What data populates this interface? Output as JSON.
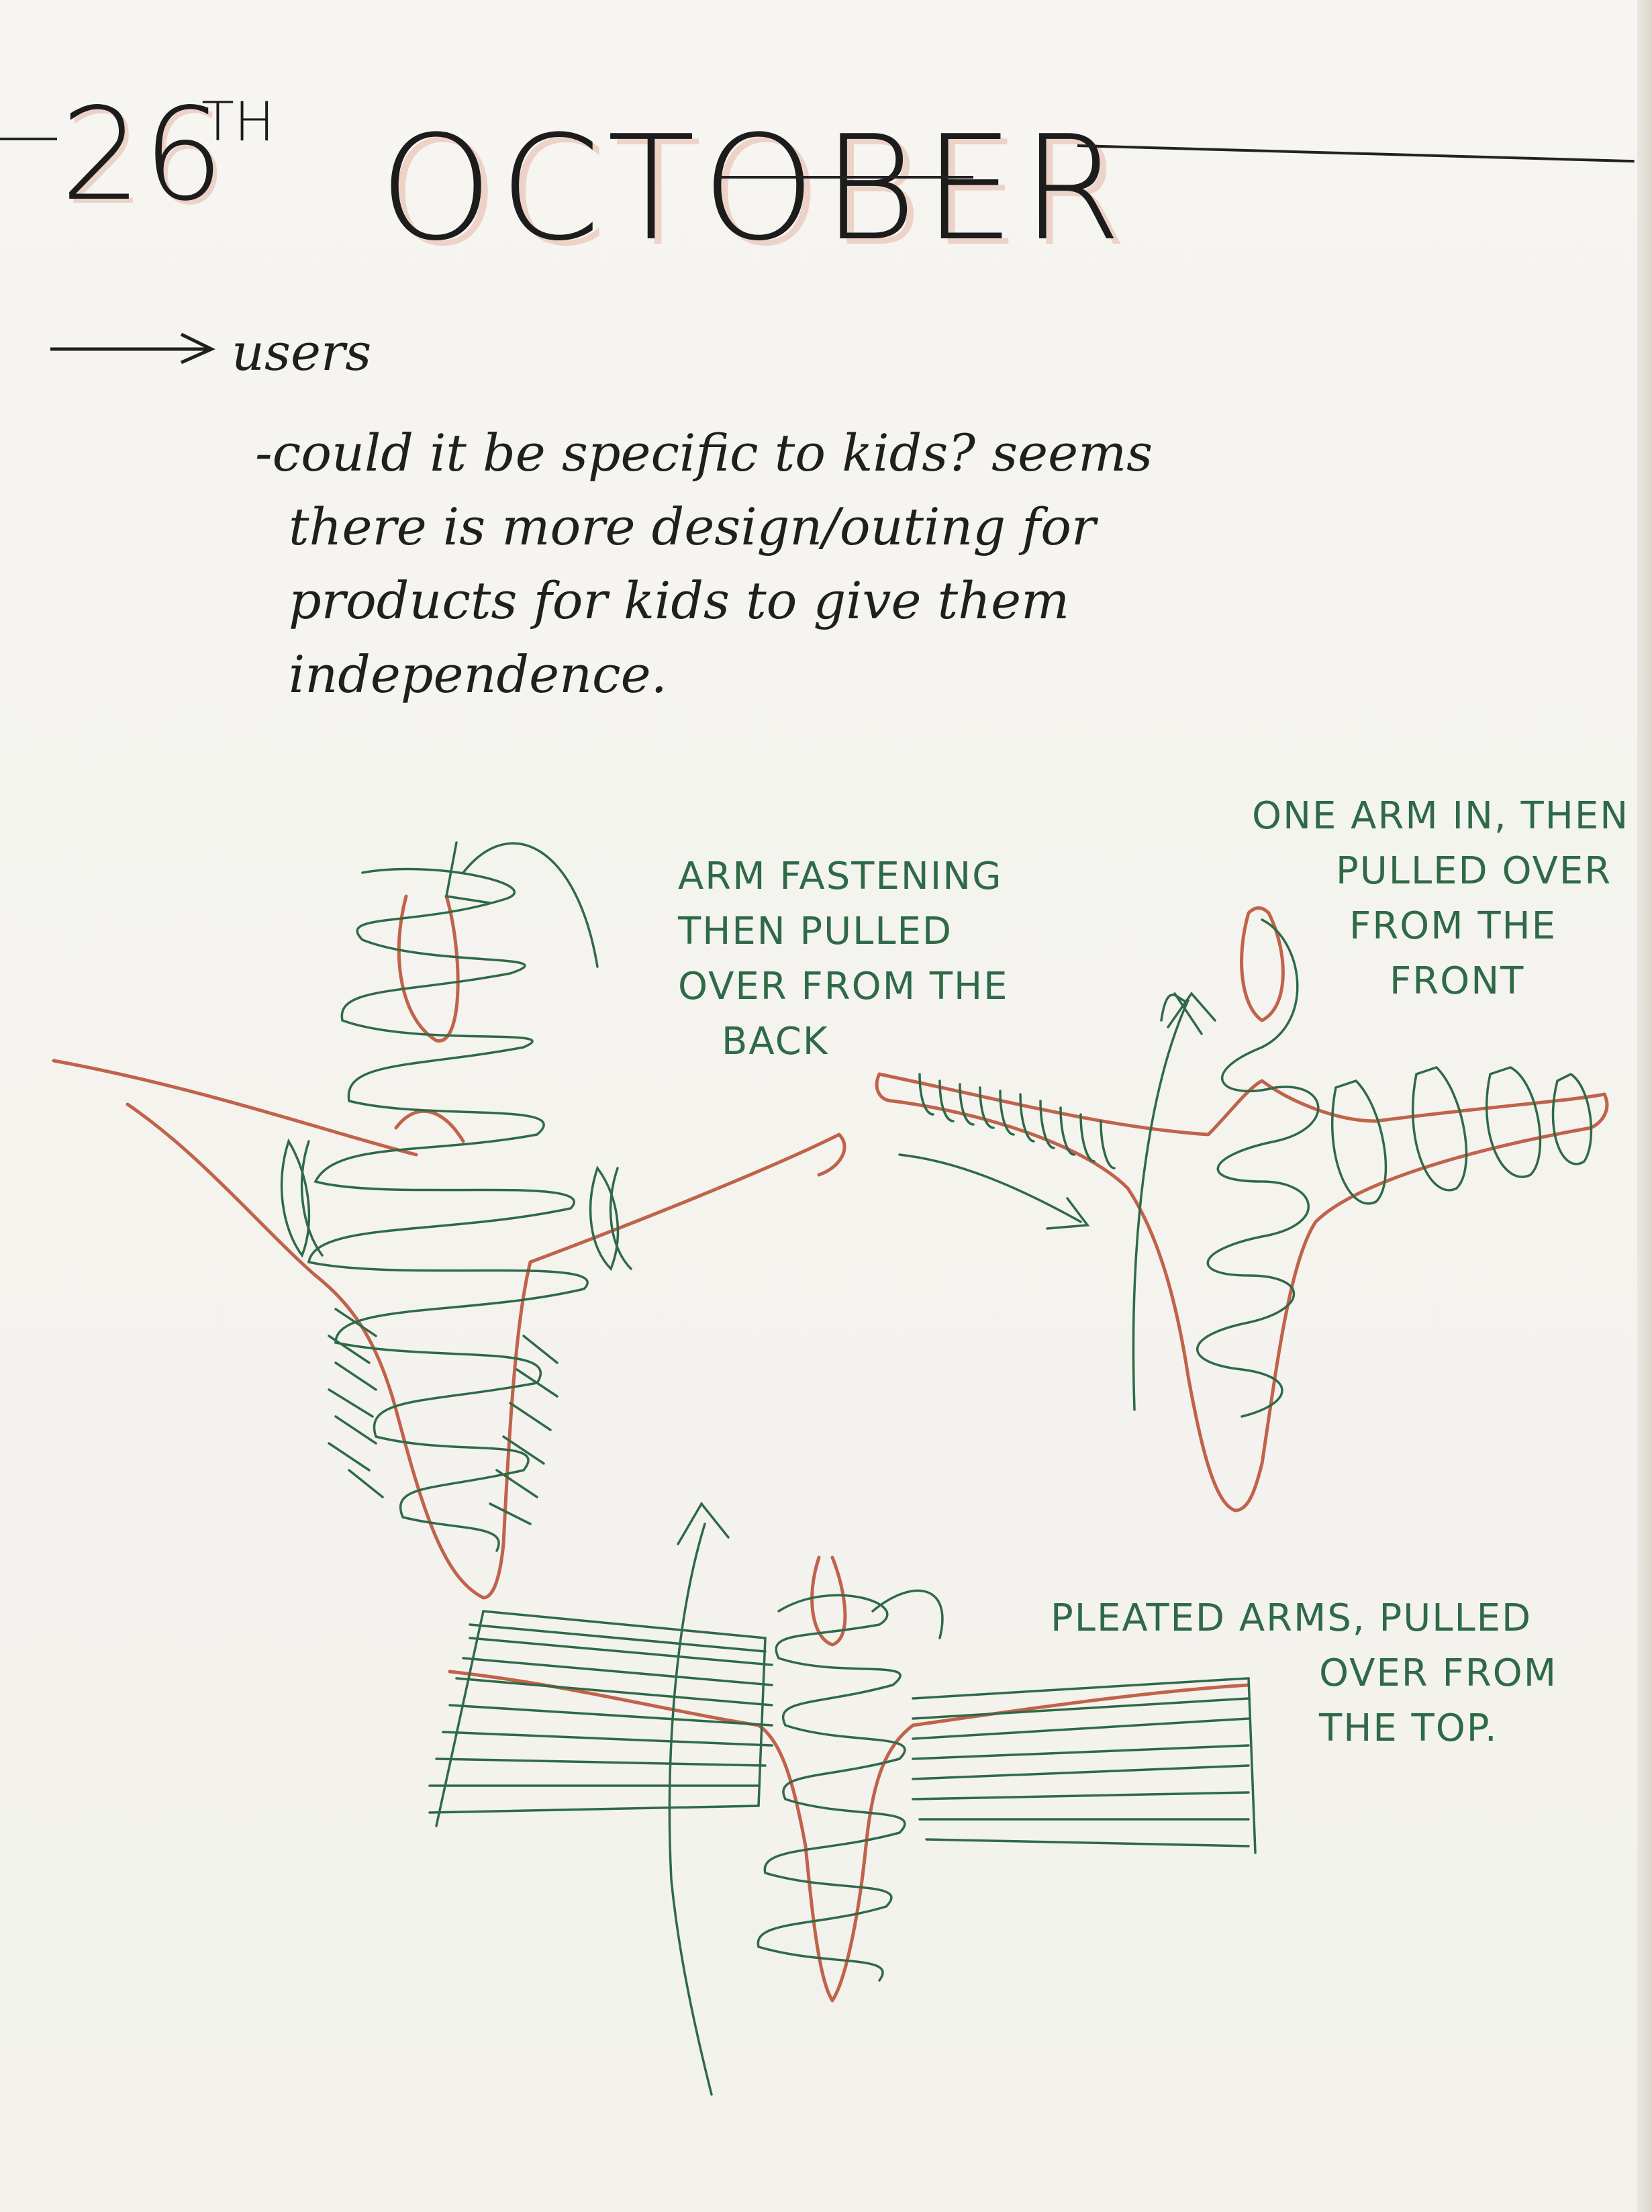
{
  "header": {
    "date_day": "26",
    "date_suffix": "TH",
    "date_month": "OCTOBER"
  },
  "notes": {
    "heading": "users",
    "lines": [
      "-could it be specific to kids? seems",
      "there is more design/outing for",
      "products for kids to give them",
      "independence."
    ]
  },
  "sketches": [
    {
      "name": "arm-fastening-sketch",
      "caption_lines": [
        "ARM FASTENING",
        "THEN PULLED",
        "OVER FROM THE",
        "BACK"
      ]
    },
    {
      "name": "one-arm-in-sketch",
      "caption_lines": [
        "ONE ARM IN, THEN",
        "PULLED OVER",
        "FROM THE",
        "FRONT"
      ]
    },
    {
      "name": "pleated-arms-sketch",
      "caption_lines": [
        "PLEATED ARMS, PULLED",
        "OVER FROM",
        "THE TOP."
      ]
    }
  ],
  "colors": {
    "ink": "#1c1c1c",
    "green_pen": "#2f6a48",
    "red_pencil": "#c0634a",
    "highlight": "#e6b4a5"
  }
}
